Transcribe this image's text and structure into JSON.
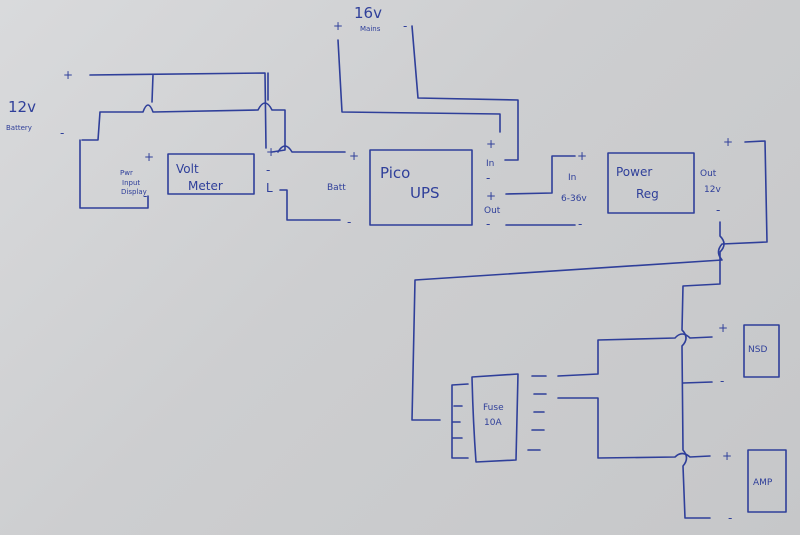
{
  "diagram": {
    "type": "hand-drawn wiring schematic",
    "ink_color": "#2f3f9a",
    "paper_color": "#d2d3d5",
    "sources": {
      "battery": {
        "voltage": "12v",
        "name": "Battery",
        "plus": "+",
        "minus": "-"
      },
      "mains": {
        "voltage": "16v",
        "name": "Mains",
        "plus": "+",
        "minus": "-"
      }
    },
    "components": {
      "volt_meter": {
        "line1": "Volt",
        "line2": "Meter",
        "side_label_1": "Pwr",
        "side_label_2": "Input",
        "side_label_3": "Display",
        "plus": "+",
        "minus": "-",
        "extra": [
          "+",
          "-",
          "L"
        ]
      },
      "pico_ups": {
        "line1": "Pico",
        "line2": "UPS",
        "batt_label": "Batt",
        "batt_plus": "+",
        "batt_minus": "-",
        "in_label": "In",
        "in_plus": "+",
        "in_minus": "-",
        "out_label": "Out",
        "out_plus": "+",
        "out_minus": "-"
      },
      "power_reg": {
        "line1": "Power",
        "line2": "Reg",
        "in_label": "In",
        "in_range": "6-36v",
        "in_plus": "+",
        "in_minus": "-",
        "out_label": "Out",
        "out_voltage": "12v",
        "out_plus": "+",
        "out_minus": "-"
      },
      "fuse_box": {
        "line1": "Fuse",
        "line2": "10A"
      },
      "nsd": {
        "label": "NSD",
        "plus": "+",
        "minus": "-"
      },
      "amp": {
        "label": "AMP",
        "plus": "+",
        "minus": "-"
      }
    }
  }
}
